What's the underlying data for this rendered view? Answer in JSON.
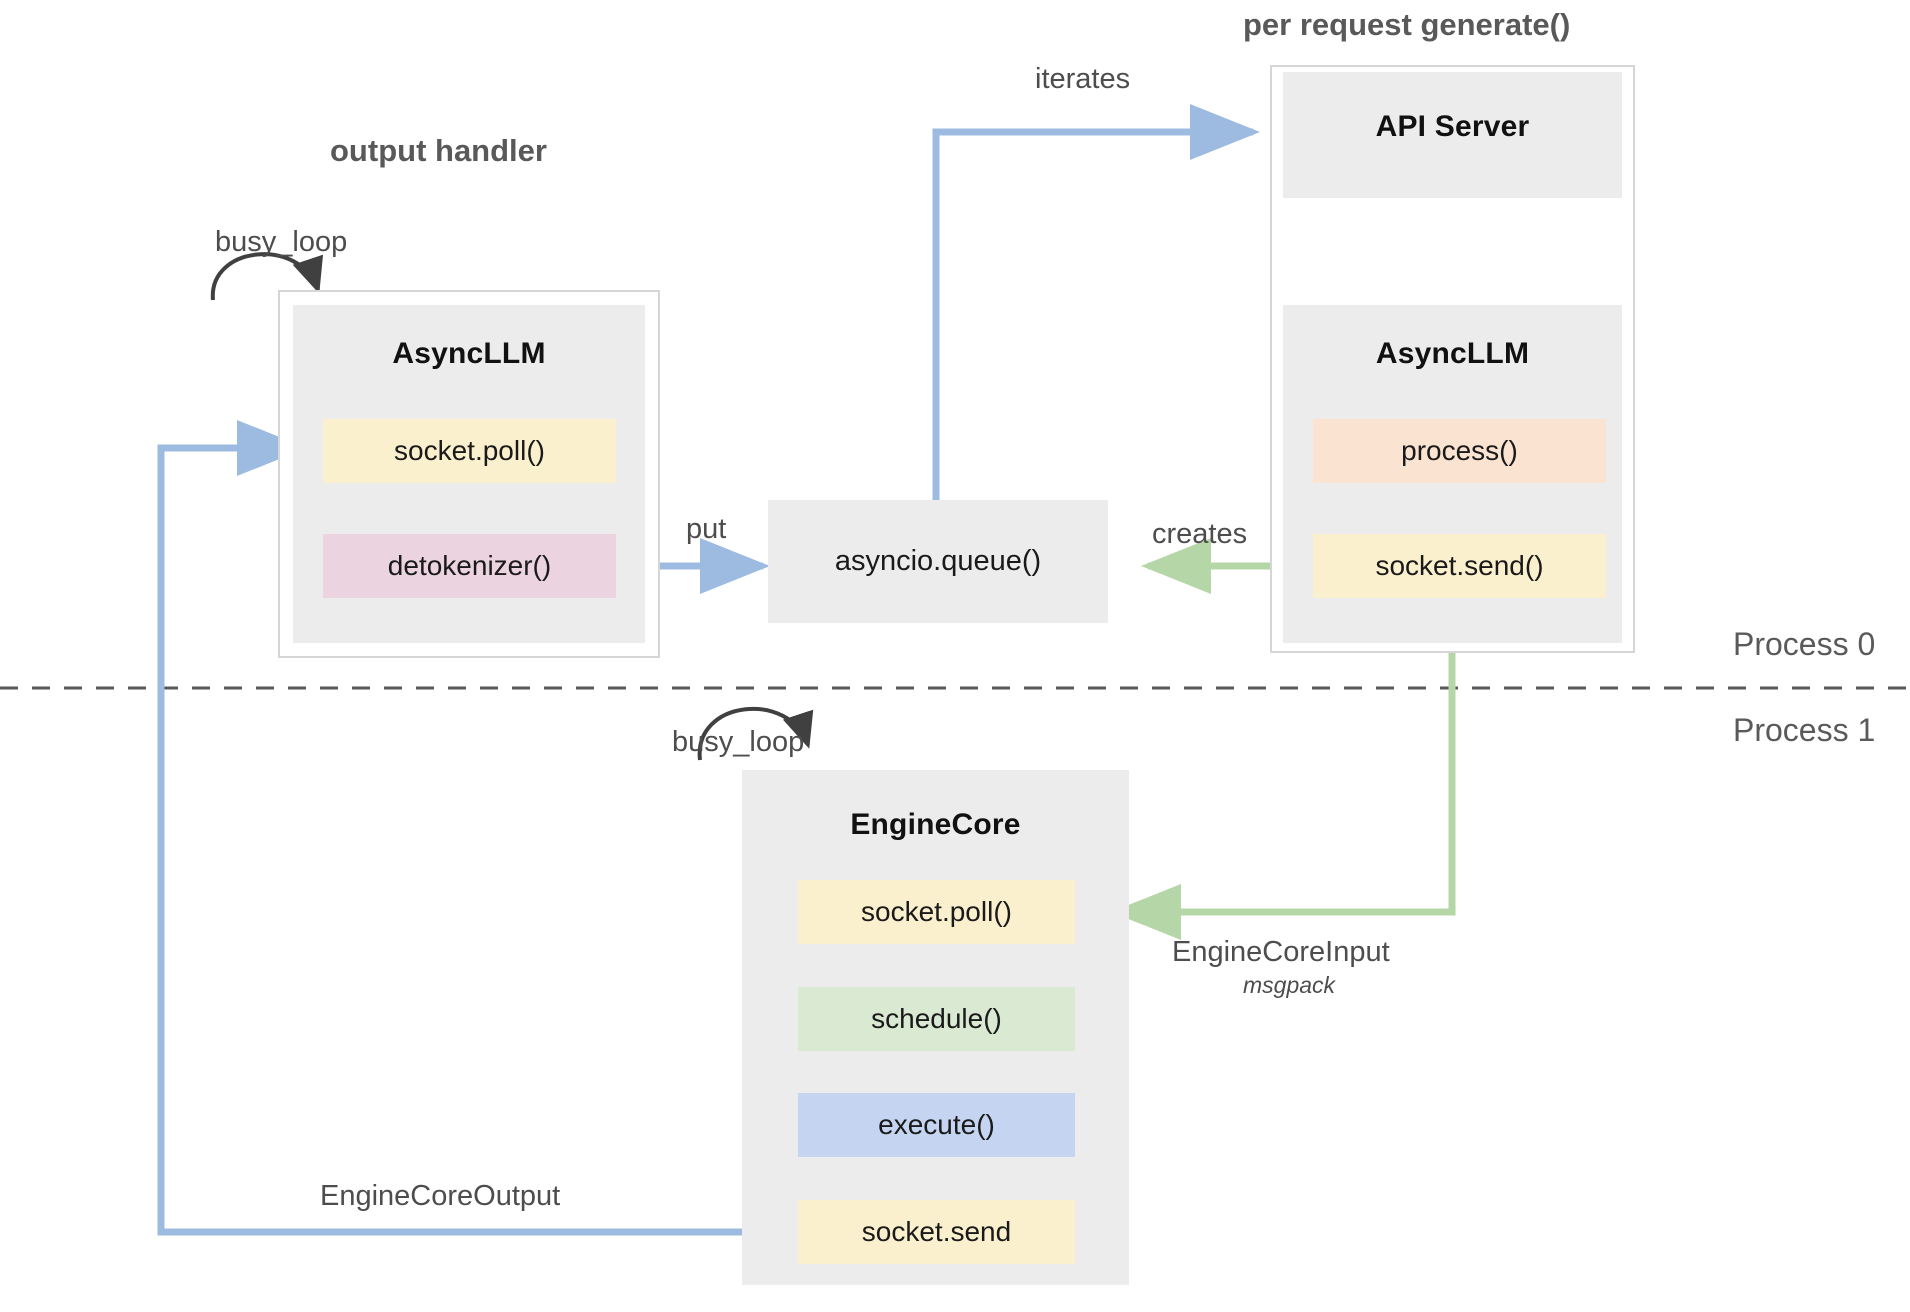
{
  "diagram": {
    "title_left": "output handler",
    "title_right": "per request generate()",
    "process_top": "Process 0",
    "process_bottom": "Process 1"
  },
  "blocks": {
    "async_llm_left": {
      "title": "AsyncLLM",
      "items": [
        {
          "label": "socket.poll()",
          "color": "#fbf0cd"
        },
        {
          "label": "detokenizer()",
          "color": "#ebd3df"
        }
      ]
    },
    "api_server": {
      "title": "API Server"
    },
    "async_llm_right": {
      "title": "AsyncLLM",
      "items": [
        {
          "label": "process()",
          "color": "#fae3d1"
        },
        {
          "label": "socket.send()",
          "color": "#fbf0cd"
        }
      ]
    },
    "queue": {
      "label": "asyncio.queue()"
    },
    "engine_core": {
      "title": "EngineCore",
      "items": [
        {
          "label": "socket.poll()",
          "color": "#fbf0cd"
        },
        {
          "label": "schedule()",
          "color": "#d9e9d2"
        },
        {
          "label": "execute()",
          "color": "#c5d4f0"
        },
        {
          "label": "socket.send",
          "color": "#fbf0cd"
        }
      ]
    }
  },
  "edges": {
    "busy_loop_left": "busy_loop",
    "busy_loop_engine": "busy_loop",
    "iterates": "iterates",
    "put": "put",
    "creates": "creates",
    "engine_core_input": "EngineCoreInput",
    "engine_core_input_format": "msgpack",
    "engine_core_output": "EngineCoreOutput"
  },
  "colors": {
    "blue_arrow": "#9dbbe0",
    "green_arrow": "#b5d6a7",
    "dark_arrow": "#404040",
    "panel_grey": "#ececec",
    "frame_grey": "#d6d6d6",
    "divider": "#595959"
  }
}
